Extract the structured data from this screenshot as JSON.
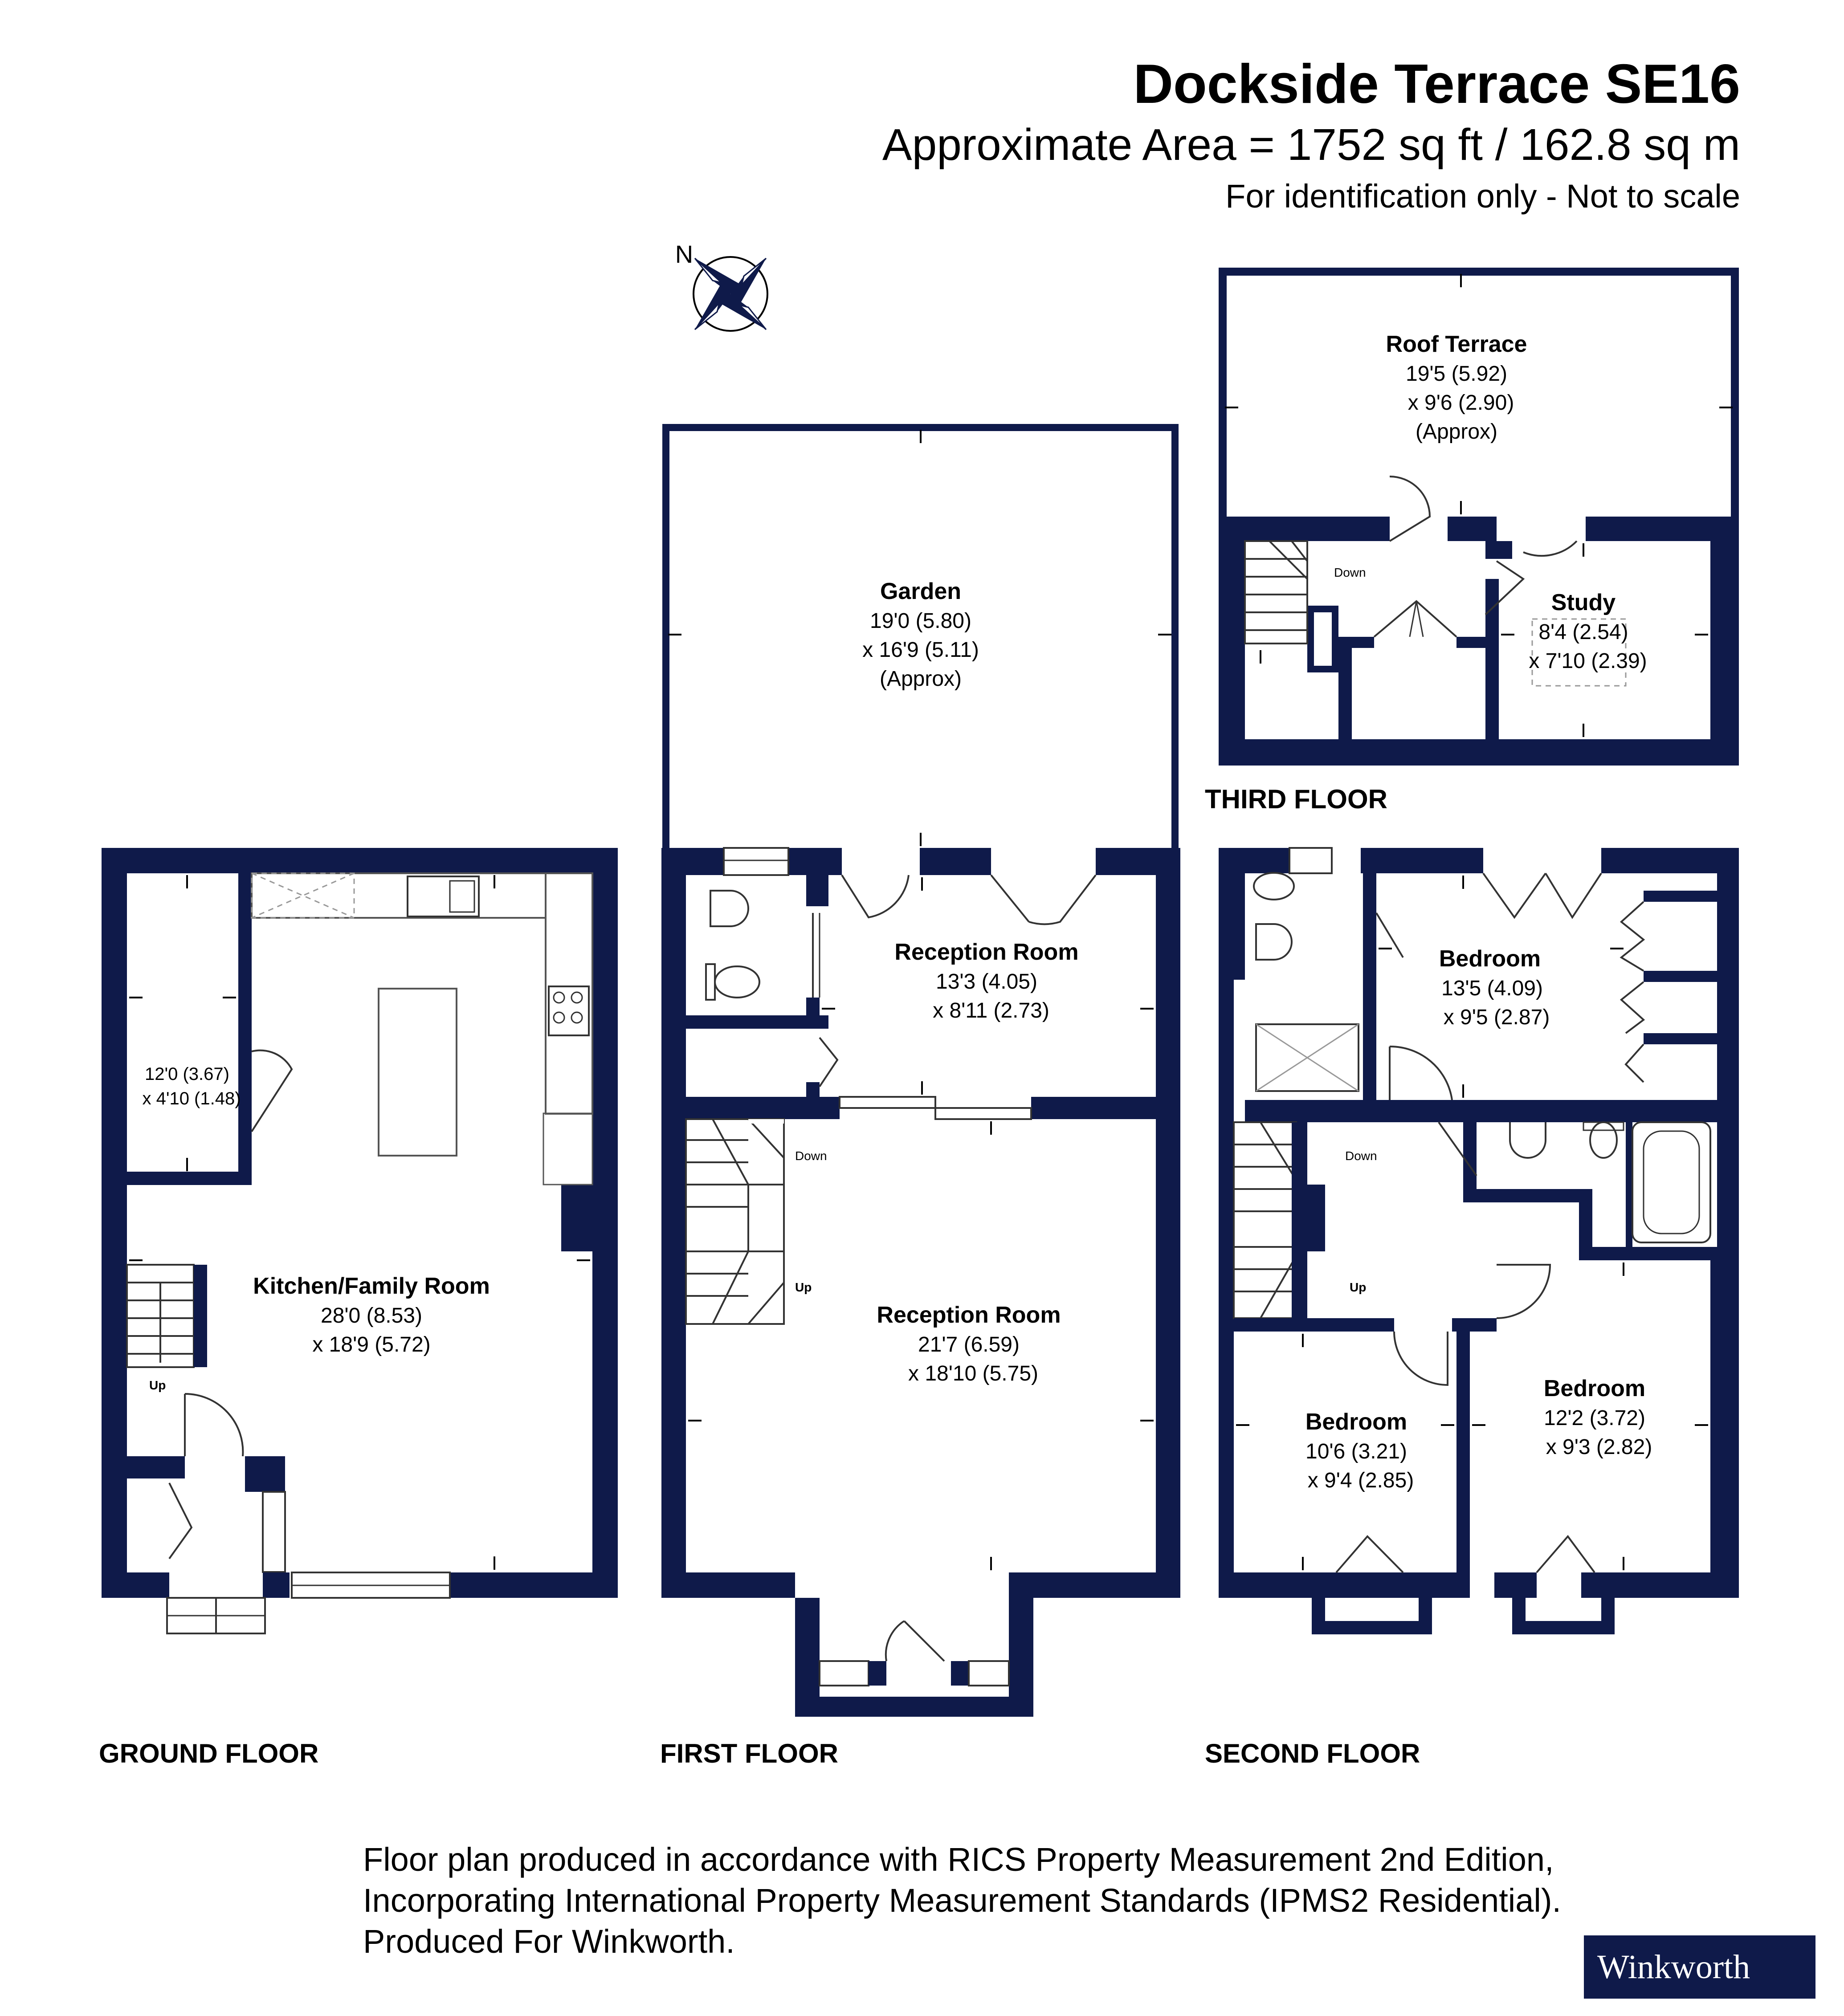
{
  "header": {
    "title": "Dockside Terrace SE16",
    "area": "Approximate Area = 1752 sq ft / 162.8 sq m",
    "disclaimer": "For identification only - Not to scale"
  },
  "compass": {
    "label": "N"
  },
  "colors": {
    "wall": "#0f1a4a",
    "background": "#ffffff",
    "fixture_stroke": "#555555"
  },
  "floors": {
    "ground": {
      "label": "GROUND FLOOR",
      "kitchen": {
        "name": "Kitchen/Family Room",
        "dim1": "28'0 (8.53)",
        "dim2": "x 18'9 (5.72)"
      },
      "store": {
        "dim1": "12'0 (3.67)",
        "dim2": "x 4'10 (1.48)"
      },
      "stairs_up": "Up"
    },
    "first": {
      "label": "FIRST FLOOR",
      "garden": {
        "name": "Garden",
        "dim1": "19'0 (5.80)",
        "dim2": "x 16'9 (5.11)",
        "note": "(Approx)"
      },
      "reception_rear": {
        "name": "Reception Room",
        "dim1": "13'3 (4.05)",
        "dim2": "x 8'11 (2.73)"
      },
      "reception_front": {
        "name": "Reception Room",
        "dim1": "21'7 (6.59)",
        "dim2": "x 18'10 (5.75)"
      },
      "stairs_down": "Down",
      "stairs_up": "Up"
    },
    "second": {
      "label": "SECOND FLOOR",
      "bedroom_rear": {
        "name": "Bedroom",
        "dim1": "13'5 (4.09)",
        "dim2": "x 9'5 (2.87)"
      },
      "bedroom_front_left": {
        "name": "Bedroom",
        "dim1": "10'6 (3.21)",
        "dim2": "x 9'4 (2.85)"
      },
      "bedroom_front_right": {
        "name": "Bedroom",
        "dim1": "12'2 (3.72)",
        "dim2": "x 9'3 (2.82)"
      },
      "stairs_down": "Down",
      "stairs_up": "Up"
    },
    "third": {
      "label": "THIRD FLOOR",
      "roof_terrace": {
        "name": "Roof Terrace",
        "dim1": "19'5 (5.92)",
        "dim2": "x 9'6 (2.90)",
        "note": "(Approx)"
      },
      "study": {
        "name": "Study",
        "dim1": "8'4 (2.54)",
        "dim2": "x 7'10 (2.39)"
      },
      "stairs_down": "Down"
    }
  },
  "footer": {
    "lines": [
      "Floor plan produced in accordance with RICS Property Measurement 2nd Edition,",
      "Incorporating International Property Measurement Standards (IPMS2 Residential).",
      "Produced For Winkworth."
    ],
    "logo": "Winkworth"
  }
}
